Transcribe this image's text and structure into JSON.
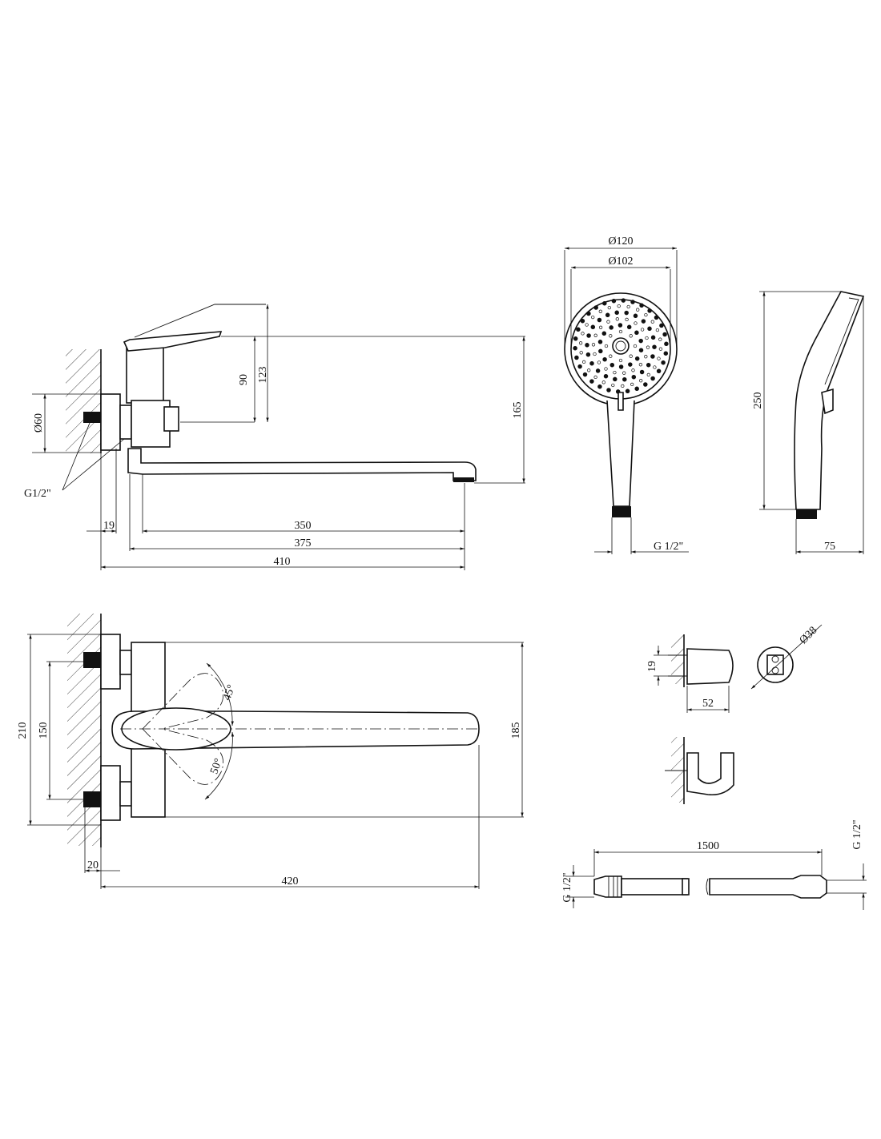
{
  "side_view": {
    "dim_123": "123",
    "dim_90": "90",
    "dim_165": "165",
    "dim_60": "Ø60",
    "thread": "G1/2\"",
    "dim_19": "19",
    "dim_350": "350",
    "dim_375": "375",
    "dim_410": "410"
  },
  "top_view": {
    "dim_210": "210",
    "dim_150": "150",
    "dim_185": "185",
    "angle_45": "45°",
    "angle_50": "50°",
    "dim_20": "20",
    "dim_420": "420"
  },
  "shower_head": {
    "dim_120": "Ø120",
    "dim_102": "Ø102",
    "thread": "G 1/2\"",
    "dim_250": "250",
    "dim_75": "75"
  },
  "holder": {
    "dim_19": "19",
    "dim_52": "52",
    "dim_38": "Ø38"
  },
  "hose": {
    "dim_1500": "1500",
    "thread_left": "G 1/2\"",
    "thread_right": "G 1/2\""
  }
}
